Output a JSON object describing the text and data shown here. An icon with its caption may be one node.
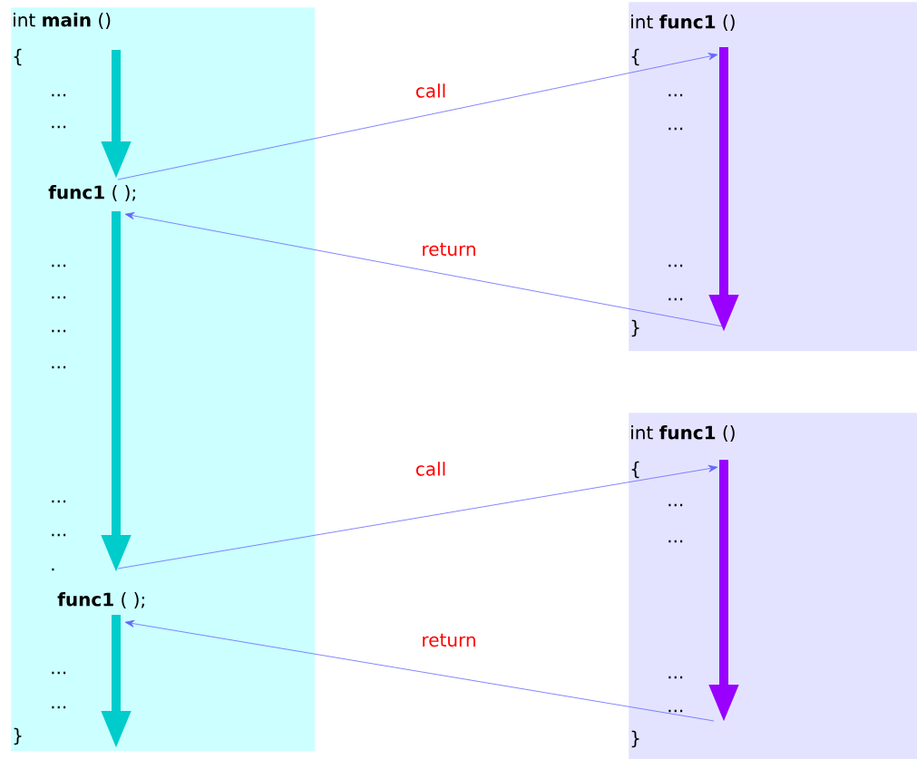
{
  "diagram": {
    "nodes": [
      {
        "text": [
          "int **main** ()",
          "{",
          "...",
          "...",
          "**func1** (   );",
          "...",
          "...",
          "...",
          "...",
          "...",
          "...",
          ".",
          "**func1** (   );",
          "...",
          "...",
          "}"
        ]
      },
      {
        "text": [
          "int **func1** ()",
          "{",
          "...",
          "...",
          "...",
          "...",
          "}"
        ]
      },
      {
        "text": [
          "int **func1** ()",
          "{",
          "...",
          "...",
          "...",
          "...",
          "}"
        ]
      }
    ],
    "edges": [
      {
        "from": 0,
        "to": 1,
        "arrow": "to",
        "label": "call"
      },
      {
        "from": 1,
        "to": 0,
        "arrow": "to",
        "label": "return"
      },
      {
        "from": 0,
        "to": 2,
        "arrow": "to",
        "label": "call"
      },
      {
        "from": 2,
        "to": 0,
        "arrow": "to",
        "label": "return"
      }
    ]
  }
}
